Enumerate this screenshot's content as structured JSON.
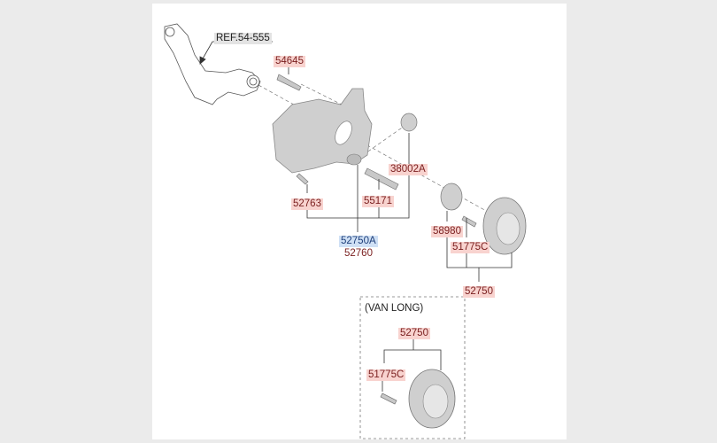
{
  "diagram": {
    "reference_label": "REF.54-555",
    "labels": {
      "bolt_top": "54645",
      "bushing": "38002A",
      "bolt_small": "52763",
      "bolt_long": "55171",
      "knuckle_assy": "52750A",
      "knuckle": "52760",
      "cap": "58980",
      "hub_bolt": "51775C",
      "hub_assy": "52750"
    },
    "van_long": {
      "title": "(VAN LONG)",
      "hub_assy": "52750",
      "hub_bolt": "51775C"
    }
  }
}
